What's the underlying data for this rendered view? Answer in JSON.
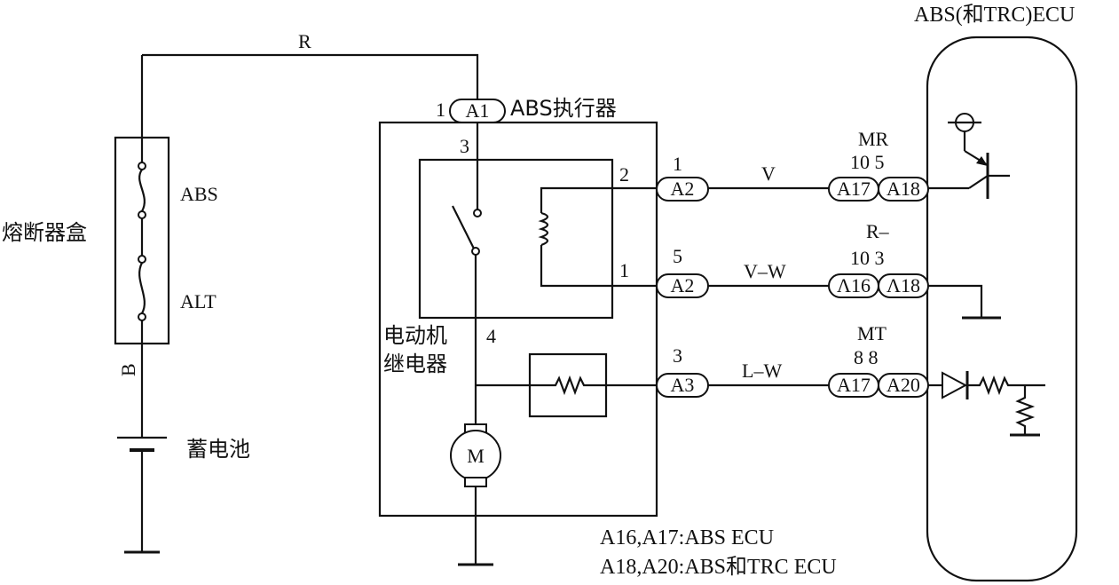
{
  "ecu_title": "ABS(和TRC)ECU",
  "wire_top": "R",
  "fuse_box": {
    "label": "熔断器盒",
    "fuse1": "ABS",
    "fuse2": "ALT"
  },
  "wire_b": "B",
  "battery": "蓄电池",
  "actuator": {
    "title": "ABS执行器",
    "pin_top_num": "1",
    "pin_top": "A1",
    "relay_pin3": "3",
    "relay_pin2": "2",
    "relay_pin1": "1",
    "relay_pin4": "4",
    "motor_relay_line1": "电动机",
    "motor_relay_line2": "继电器",
    "motor": "M"
  },
  "rows": [
    {
      "pin_num": "1",
      "conn": "A2",
      "wire": "V",
      "ecu_pins": "10  5",
      "ecu_label": "MR",
      "c1": "A17",
      "c2": "A18"
    },
    {
      "pin_num": "5",
      "conn": "A2",
      "wire": "V–W",
      "ecu_pins": "10  3",
      "ecu_label": "R–",
      "c1": "Λ16",
      "c2": "Λ18"
    },
    {
      "pin_num": "3",
      "conn": "A3",
      "wire": "L–W",
      "ecu_pins": "8   8",
      "ecu_label": "MT",
      "c1": "A17",
      "c2": "A20"
    }
  ],
  "notes": [
    "A16,A17:ABS ECU",
    "A18,A20:ABS和TRC ECU"
  ]
}
